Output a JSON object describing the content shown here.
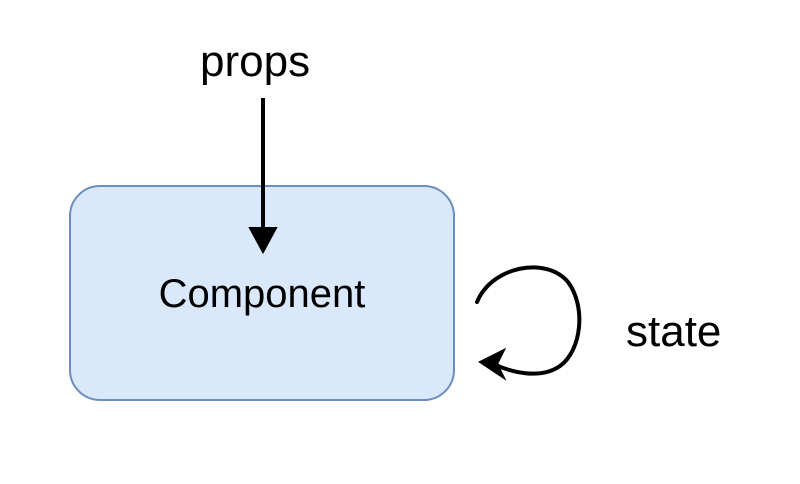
{
  "diagram": {
    "props_label": "props",
    "component_label": "Component",
    "state_label": "state",
    "colors": {
      "component_fill": "#dae8fc",
      "component_stroke": "#6c8ebf",
      "arrow_stroke": "#000000",
      "text": "#000000",
      "background": "#ffffff"
    },
    "edges": [
      {
        "from": "props",
        "to": "component",
        "kind": "arrow"
      },
      {
        "from": "component",
        "to": "component",
        "kind": "self-loop",
        "label": "state"
      }
    ]
  }
}
